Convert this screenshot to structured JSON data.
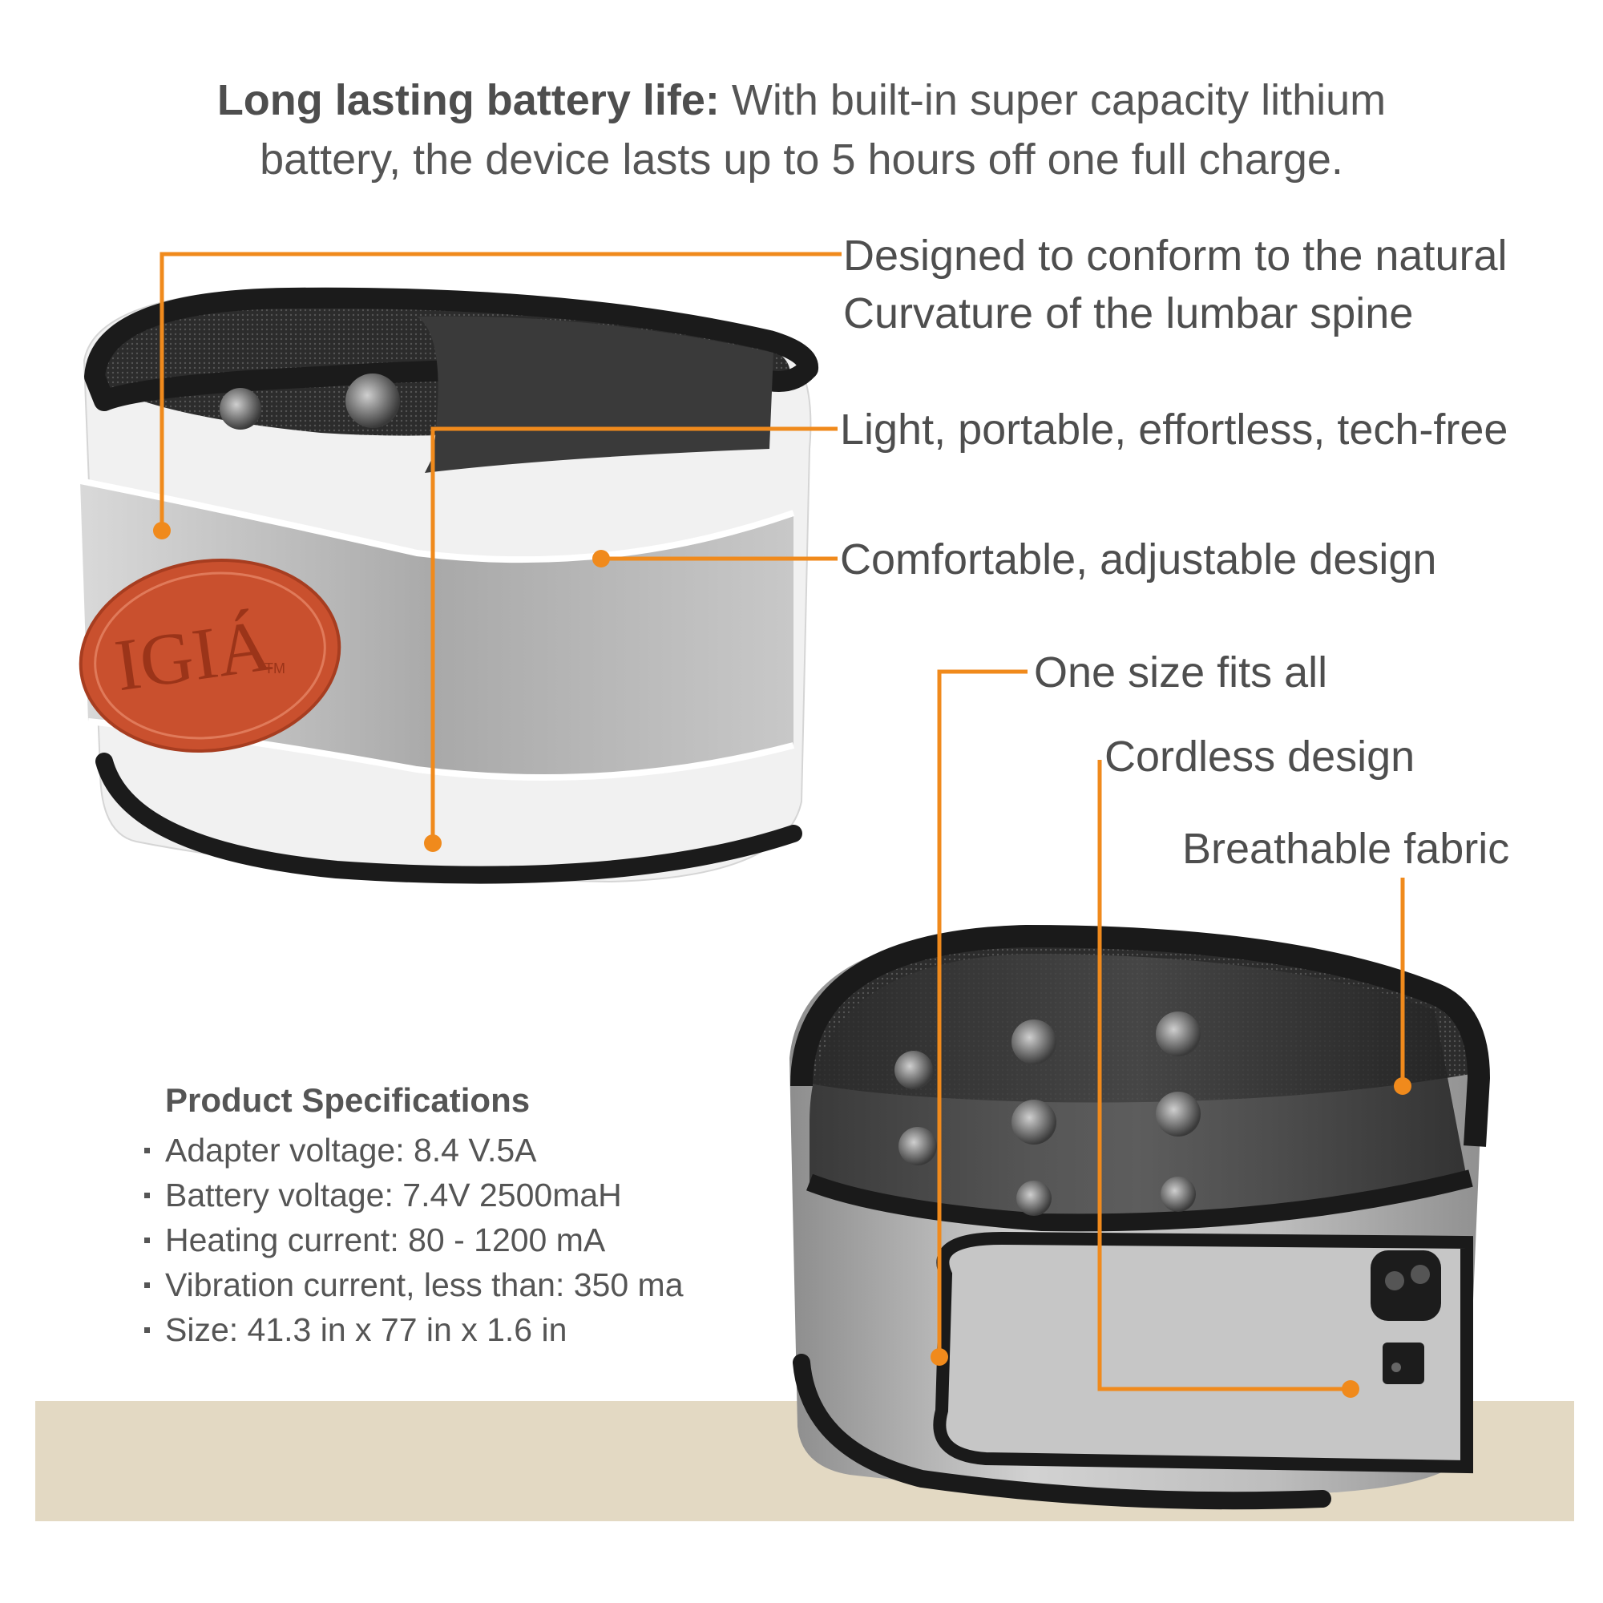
{
  "headline": {
    "bold": "Long lasting battery life:",
    "line1_rest": " With built-in super capacity lithium",
    "line2": "battery, the device lasts up to 5 hours off one full charge."
  },
  "callouts": {
    "conform_line1": "Designed to conform to the natural",
    "conform_line2": "Curvature of the lumbar spine",
    "light": "Light, portable, effortless, tech-free",
    "comfortable": "Comfortable, adjustable design",
    "one_size": "One size fits all",
    "cordless": "Cordless design",
    "breathable": "Breathable fabric"
  },
  "specs": {
    "title": "Product Specifications",
    "items": [
      "Adapter voltage: 8.4 V.5A",
      "Battery voltage: 7.4V 2500maH",
      "Heating current: 80 - 1200 mA",
      "Vibration current, less than: 350 ma",
      "Size: 41.3 in x 77 in x 1.6 in"
    ]
  },
  "logo": {
    "text": "IGIÁ",
    "tm": "TM"
  },
  "colors": {
    "accent": "#f08a1c",
    "logo_patch": "#c9502e",
    "belt_grey": "#b8b8b8",
    "rim": "#1e1e1e",
    "floor": "#e3d9c3"
  }
}
